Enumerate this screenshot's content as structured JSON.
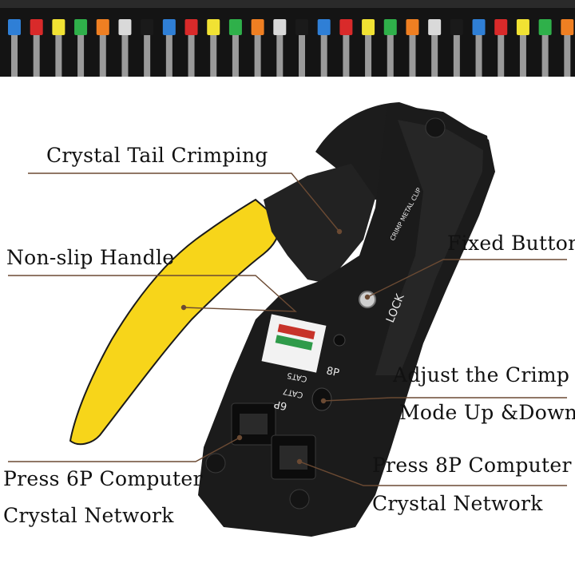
{
  "labels": {
    "crystal_tail": "Crystal Tail Crimping",
    "non_slip": "Non-slip Handle",
    "fixed_button": "Fixed Button",
    "adjust_line1": "Adjust the Crimp",
    "adjust_line2": "Mode Up &Down",
    "press6p_line1": "Press 6P Computer",
    "press6p_line2": "Crystal Network",
    "press8p_line1": "Press 8P Computer",
    "press8p_line2": "Crystal Network"
  },
  "tool_markings": {
    "crimp_metal_clip": "CRIMP METAL CLIP",
    "lock": "LOCK",
    "port_8p": "8P",
    "port_6p": "6P",
    "cat5": "CAT5",
    "cat7": "CAT7"
  },
  "patch_panel": {
    "plug_colors": [
      "#2f7fd6",
      "#d92a2a",
      "#f1e233",
      "#2fb04a",
      "#ef7f22",
      "#d9d9d9",
      "#1a1a1a",
      "#2f7fd6",
      "#d92a2a",
      "#f1e233",
      "#2fb04a",
      "#ef7f22",
      "#d9d9d9",
      "#1a1a1a",
      "#2f7fd6",
      "#d92a2a",
      "#f1e233",
      "#2fb04a",
      "#ef7f22",
      "#d9d9d9",
      "#1a1a1a",
      "#2f7fd6",
      "#d92a2a",
      "#f1e233",
      "#2fb04a",
      "#ef7f22"
    ]
  },
  "colors": {
    "handle_yellow": "#f7d51a",
    "tool_black": "#1b1b1b",
    "leader_line": "#6b4a33"
  }
}
